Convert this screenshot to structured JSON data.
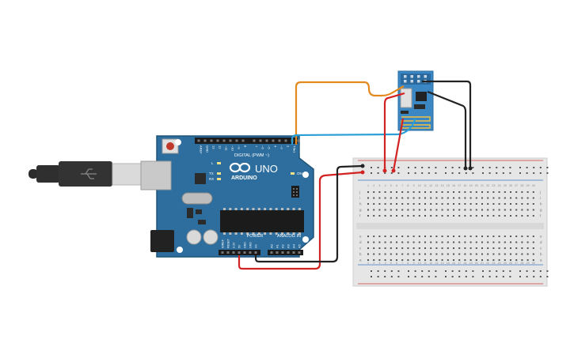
{
  "arduino": {
    "brand": "ARDUINO",
    "model": "UNO",
    "digital_label": "DIGITAL (PWM ~)",
    "power_label": "POWER",
    "analog_label": "ANALOG IN",
    "on_label": "ON",
    "tx_label": "TX",
    "rx_label": "RX",
    "l_label": "L",
    "digital_pins": [
      "AREF",
      "GND",
      "13",
      "12",
      "~11",
      "~10",
      "~9",
      "8",
      "7",
      "~6",
      "~5",
      "4",
      "~3",
      "2",
      "TX▸1",
      "RX◂0"
    ],
    "power_pins": [
      "IOREF",
      "RESET",
      "3.3V",
      "5V",
      "GND",
      "GND",
      "Vin"
    ],
    "analog_pins": [
      "A0",
      "A1",
      "A2",
      "A3",
      "A4",
      "A5"
    ]
  },
  "breadboard": {
    "columns": 30,
    "upper_rows": [
      "j",
      "i",
      "h",
      "g",
      "f"
    ],
    "lower_rows": [
      "e",
      "d",
      "c",
      "b",
      "a"
    ]
  },
  "colors": {
    "board": "#2d6e9e",
    "board_dark": "#1f5578",
    "module": "#3a87c4",
    "wire_orange": "#e38a1e",
    "wire_blue": "#2a9fd6",
    "wire_red": "#d32222",
    "wire_black": "#222222",
    "rail_red": "#d33a3a",
    "rail_blue": "#3b78c6"
  }
}
